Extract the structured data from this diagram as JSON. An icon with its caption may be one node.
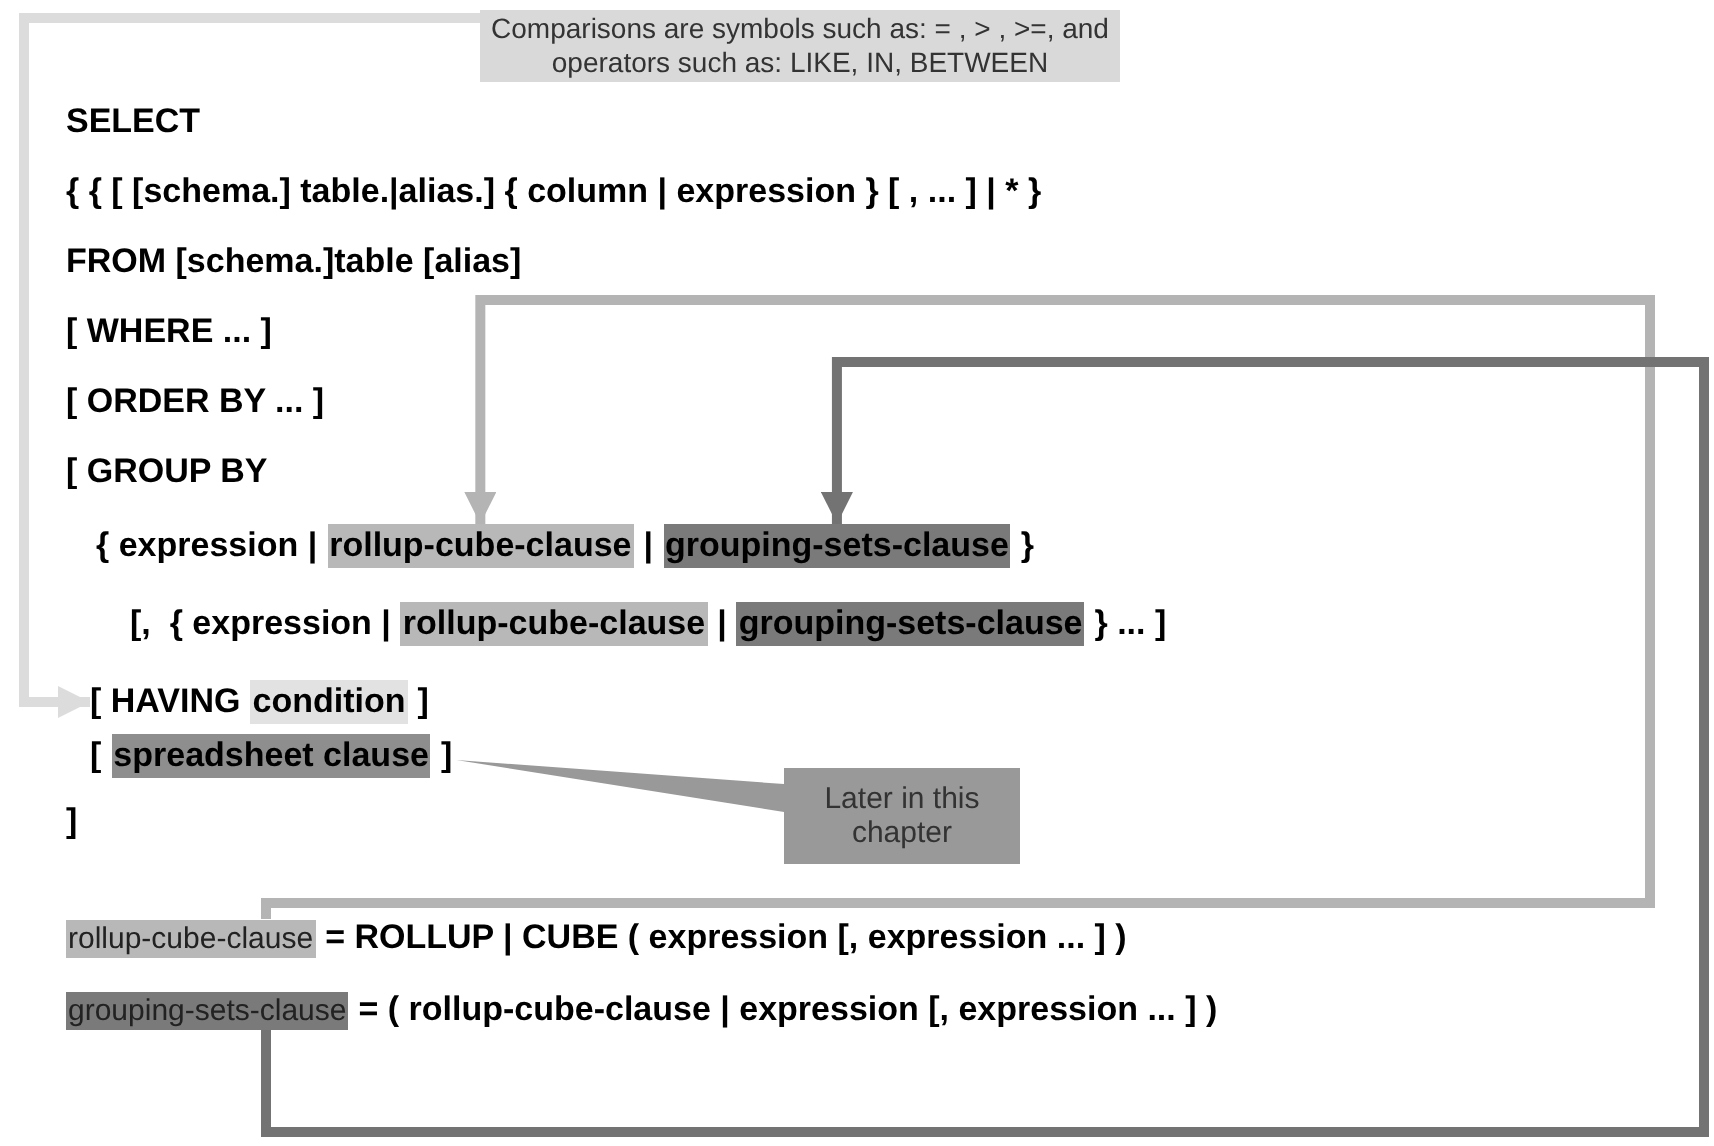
{
  "diagram": {
    "nodes": [
      {
        "text": [
          "Comparisons are symbols such as:  = , > , >=, and operators such as: LIKE, IN, BETWEEN"
        ]
      },
      {
        "text": [
          "rollup-cube-clause"
        ]
      },
      {
        "text": [
          "grouping-sets-clause"
        ]
      },
      {
        "text": [
          "rollup-cube-clause"
        ]
      },
      {
        "text": [
          "grouping-sets-clause"
        ]
      },
      {
        "text": [
          "[ HAVING",
          "condition",
          "]"
        ]
      },
      {
        "text": [
          "[",
          "spreadsheet clause",
          "]"
        ]
      },
      {
        "text": [
          "Later in this chapter"
        ]
      },
      {
        "text": [
          "rollup-cube-clause"
        ]
      },
      {
        "text": [
          "grouping-sets-clause"
        ]
      }
    ],
    "edges": [
      {
        "from": 0,
        "to": 5,
        "arrow": "to",
        "color": "#dcdcdc"
      },
      {
        "from": 7,
        "to": 6,
        "arrow": "none",
        "color": "#999999"
      },
      {
        "from": 8,
        "to": 1,
        "arrow": "to",
        "color": "#b4b4b4"
      },
      {
        "from": 9,
        "to": 2,
        "arrow": "to",
        "color": "#737373"
      }
    ],
    "labels": [
      "SELECT",
      "{ { [ [schema.] table.|alias.] { column | expression } [ , ... ] | * }",
      "FROM [schema.]table [alias]",
      "[ WHERE ... ]",
      "[ ORDER BY ... ]",
      "[ GROUP BY",
      "{ expression |",
      "|",
      "}",
      "[,  { expression |",
      "|",
      "} ... ]",
      "]",
      "= ROLLUP | CUBE ( expression [, expression ... ] )",
      "= ( rollup-cube-clause | expression [, expression ... ] )"
    ]
  }
}
